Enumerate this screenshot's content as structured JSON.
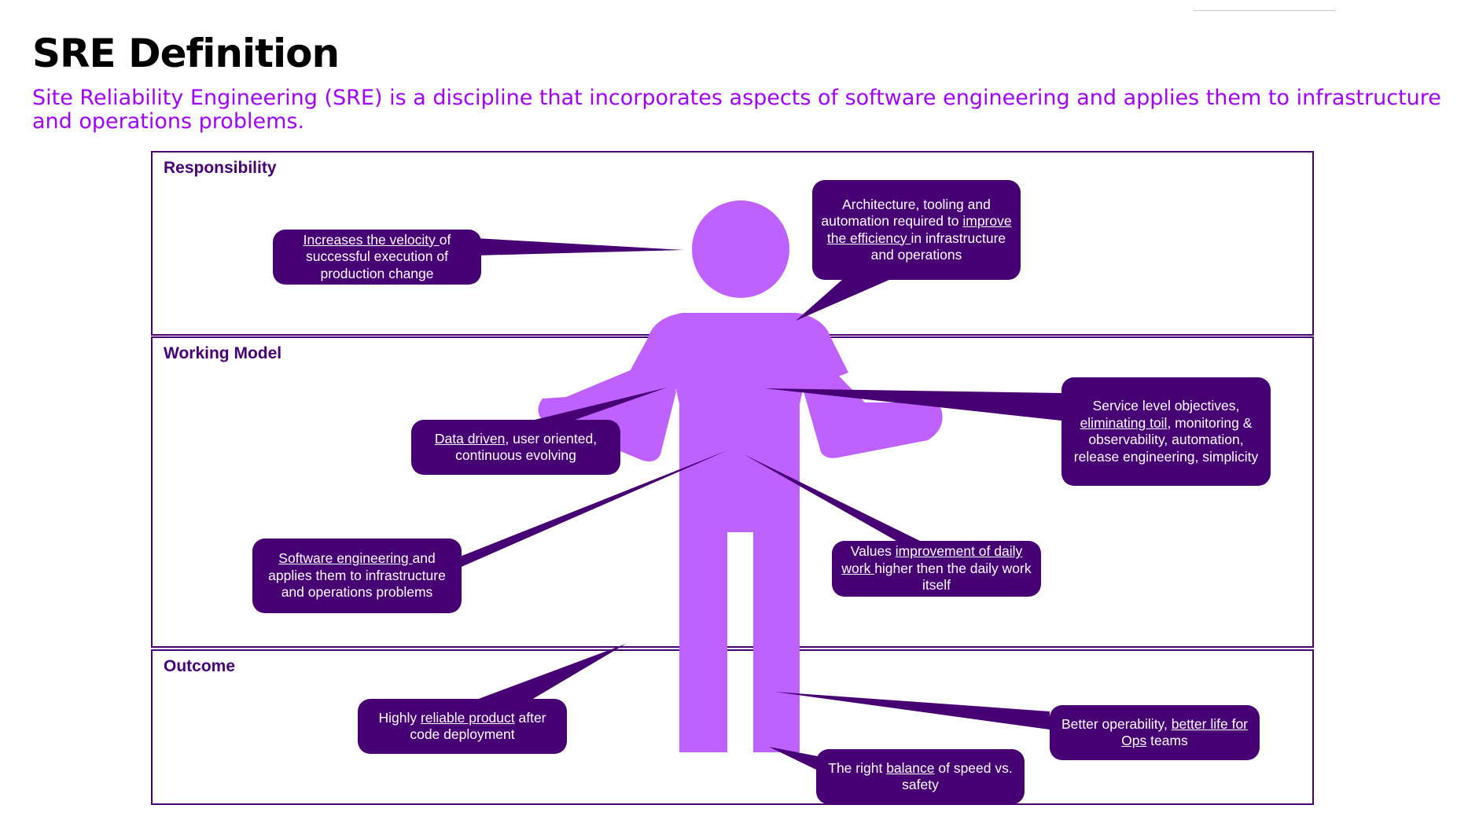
{
  "slide": {
    "title": "SRE Definition",
    "subtitle": "Site Reliability Engineering (SRE) is a discipline that incorporates aspects of software engineering and applies them to infrastructure and operations problems."
  },
  "sections": {
    "responsibility": "Responsibility",
    "working_model": "Working Model",
    "outcome": "Outcome"
  },
  "callouts": {
    "velocity": [
      {
        "t": "Increases the velocity ",
        "u": true
      },
      {
        "t": "of successful execution of production change",
        "u": false
      }
    ],
    "architecture": [
      {
        "t": "Architecture, tooling and automation required to ",
        "u": false
      },
      {
        "t": "improve the efficiency ",
        "u": true
      },
      {
        "t": "in infrastructure and operations",
        "u": false
      }
    ],
    "data_driven": [
      {
        "t": "Data driven",
        "u": true
      },
      {
        "t": ", user oriented, continuous evolving",
        "u": false
      }
    ],
    "slo": [
      {
        "t": "Service level objectives, ",
        "u": false
      },
      {
        "t": "eliminating toil",
        "u": true
      },
      {
        "t": ", monitoring & observability, automation, release engineering, simplicity",
        "u": false
      }
    ],
    "software_engineering": [
      {
        "t": "Software engineering ",
        "u": true
      },
      {
        "t": "and applies them to infrastructure and operations problems",
        "u": false
      }
    ],
    "values": [
      {
        "t": "Values ",
        "u": false
      },
      {
        "t": "improvement of daily work ",
        "u": true
      },
      {
        "t": "higher then the daily work itself",
        "u": false
      }
    ],
    "reliable_product": [
      {
        "t": "Highly ",
        "u": false
      },
      {
        "t": "reliable product",
        "u": true
      },
      {
        "t": " after code deployment",
        "u": false
      }
    ],
    "operability": [
      {
        "t": "Better operability, ",
        "u": false
      },
      {
        "t": "better life for Ops",
        "u": true
      },
      {
        "t": " teams",
        "u": false
      }
    ],
    "balance": [
      {
        "t": "The right ",
        "u": false
      },
      {
        "t": "balance",
        "u": true
      },
      {
        "t": " of speed vs. safety",
        "u": false
      }
    ]
  },
  "colors": {
    "accent_purple": "#a100ff",
    "dark_purple": "#460073",
    "figure_purple": "#be61ff"
  },
  "icons": {
    "figure": "person-icon"
  }
}
